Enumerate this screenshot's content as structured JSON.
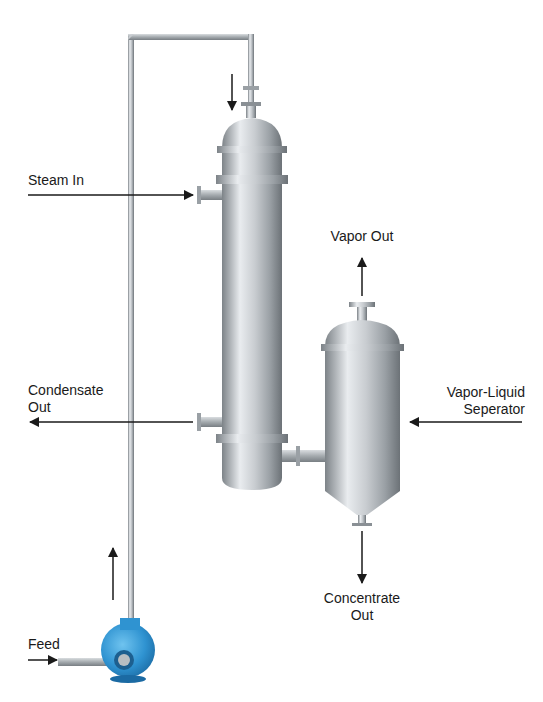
{
  "diagram": {
    "labels": [
      "Steam In",
      "Vapor Out",
      "Condensate Out",
      "Vapor-Liquid Seperator",
      "Concentrate Out",
      "Feed"
    ]
  }
}
